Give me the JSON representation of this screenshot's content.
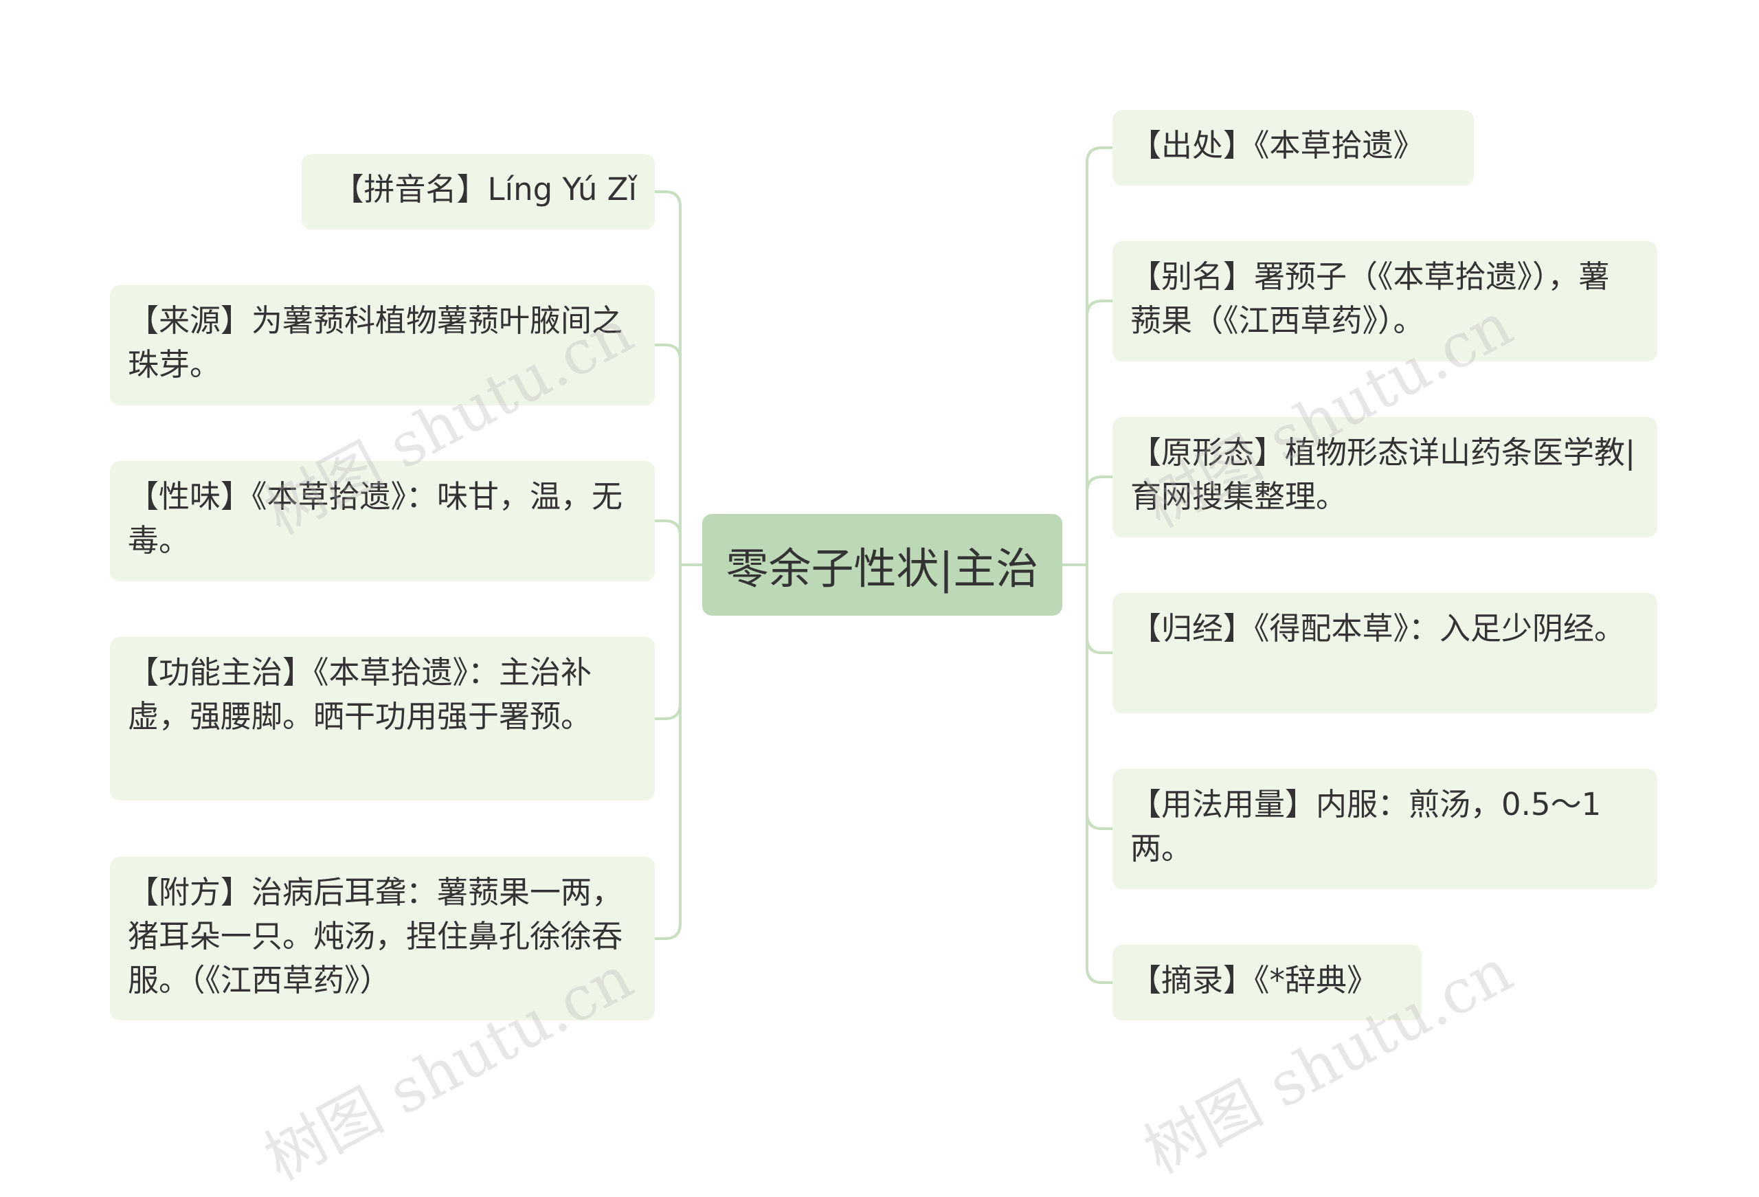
{
  "colors": {
    "connector": "#c5dfc0",
    "node_fill": "#eff5e7",
    "center_fill": "#bcd8b6",
    "text": "#333333"
  },
  "center": {
    "title": "零余子性状|主治"
  },
  "left_nodes": [
    {
      "text": "【拼音名】Líng Yú Zǐ"
    },
    {
      "text": "【来源】为薯蓣科植物薯蓣叶腋间之珠芽。"
    },
    {
      "text": "【性味】《本草拾遗》：味甘，温，无毒。"
    },
    {
      "text": "【功能主治】《本草拾遗》：主治补虚，强腰脚。晒干功用强于署预。"
    },
    {
      "text": "【附方】治病后耳聋：薯蓣果一两，猪耳朵一只。炖汤，捏住鼻孔徐徐吞服。（《江西草药》）"
    }
  ],
  "right_nodes": [
    {
      "text": "【出处】《本草拾遗》"
    },
    {
      "text": "【别名】署预子（《本草拾遗》），薯蓣果（《江西草药》）。"
    },
    {
      "text": "【原形态】植物形态详山药条医学教|育网搜集整理。"
    },
    {
      "text": "【归经】《得配本草》：入足少阴经。"
    },
    {
      "text": "【用法用量】内服：煎汤，0.5～1两。"
    },
    {
      "text": "【摘录】《*辞典》"
    }
  ],
  "watermark": {
    "text": "树图 shutu.cn"
  }
}
